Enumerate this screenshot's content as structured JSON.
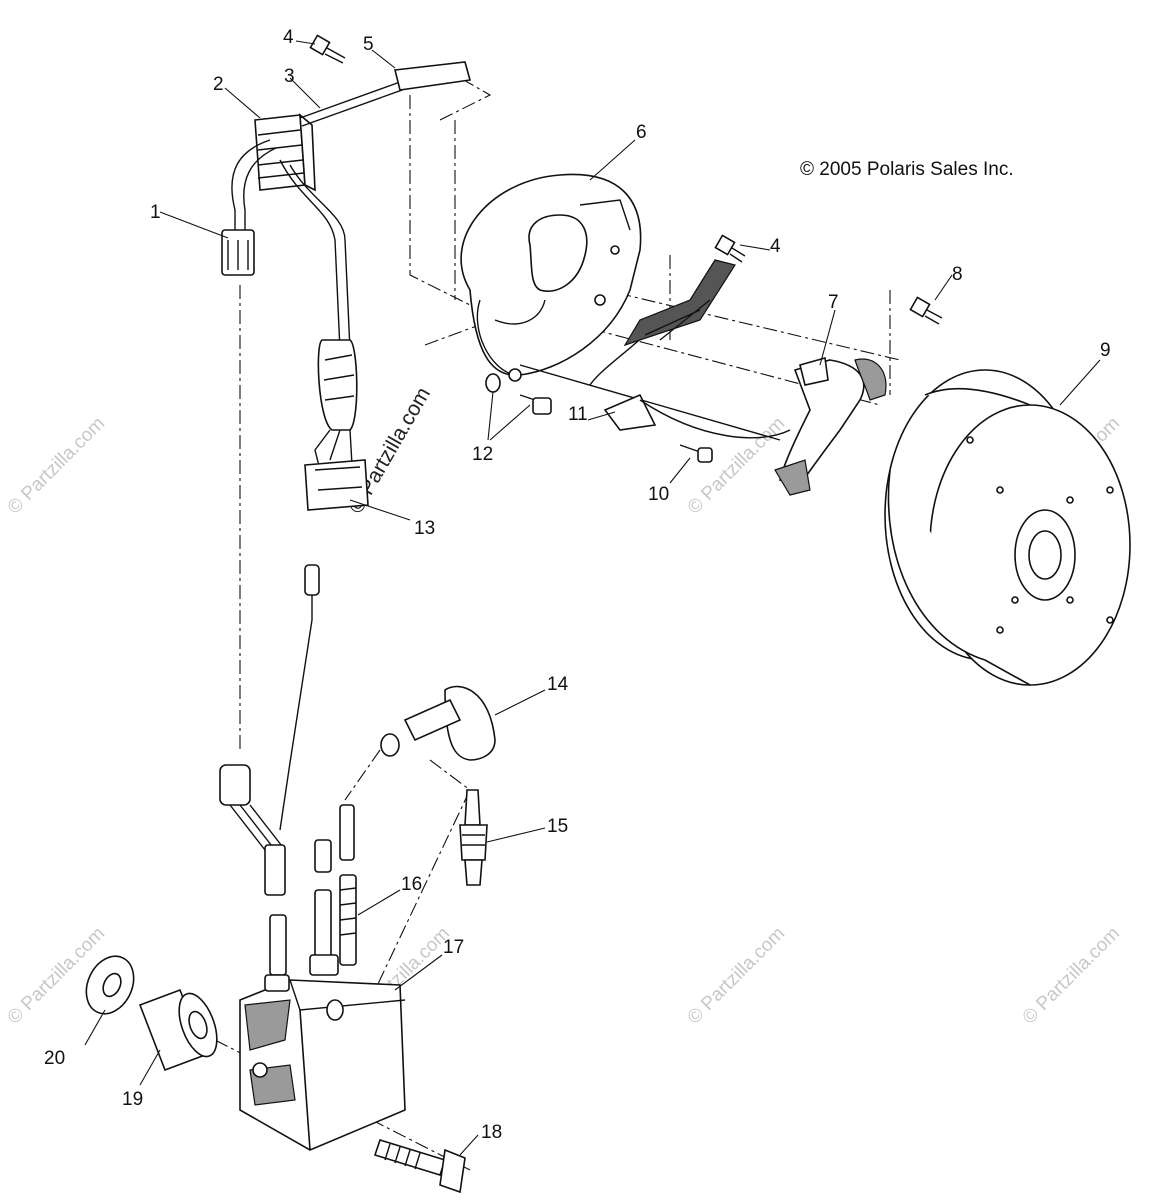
{
  "copyright": "© 2005 Polaris Sales Inc.",
  "watermark": "© Partzilla.com",
  "callouts": [
    "1",
    "2",
    "3",
    "4",
    "5",
    "6",
    "4",
    "8",
    "7",
    "9",
    "12",
    "11",
    "10",
    "13",
    "14",
    "15",
    "16",
    "17",
    "20",
    "19",
    "18"
  ]
}
